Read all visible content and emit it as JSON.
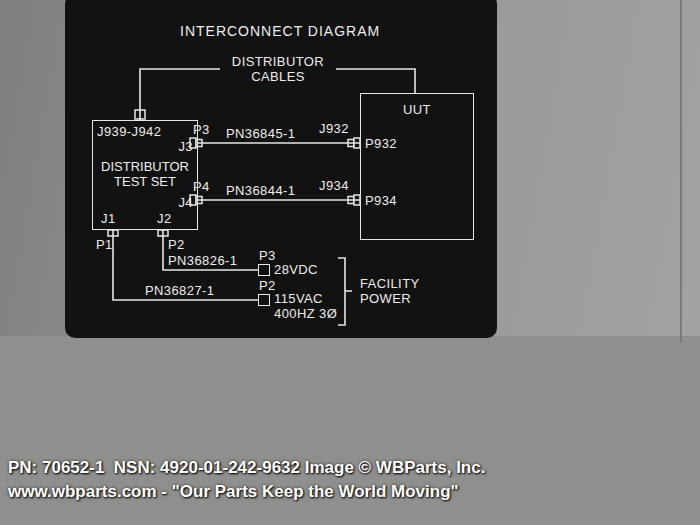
{
  "diagram": {
    "title": "INTERCONNECT DIAGRAM",
    "nodes": [
      {
        "text": [
          "J939-J942",
          "J3",
          "DISTRIBUTOR TEST SET",
          "J4",
          "J1",
          "J2"
        ]
      },
      {
        "text": [
          "UUT",
          "P932",
          "P934"
        ]
      },
      {
        "text": [
          "28VDC"
        ]
      },
      {
        "text": [
          "115VAC 400HZ 3Ø"
        ]
      }
    ],
    "edges": [
      {
        "from": 0,
        "to": 1,
        "label": "DISTRIBUTOR CABLES",
        "arrow": "none"
      },
      {
        "from": 0,
        "to": 1,
        "label": "PN36845-1",
        "arrow": "none"
      },
      {
        "from": 0,
        "to": 1,
        "label": "PN36844-1",
        "arrow": "none"
      },
      {
        "from": 0,
        "to": 2,
        "label": "PN36826-1",
        "arrow": "none"
      },
      {
        "from": 0,
        "to": 3,
        "label": "PN36827-1",
        "arrow": "none"
      }
    ],
    "labels": [
      "P3",
      "J932",
      "P4",
      "J934",
      "P2",
      "P3",
      "P1",
      "P2",
      "FACILITY POWER",
      "PN: 70652-1  NSN: 4920-01-242-9632 Image © WBParts, Inc.",
      "www.wbparts.com - \"Our Parts Keep the World Moving\""
    ]
  }
}
